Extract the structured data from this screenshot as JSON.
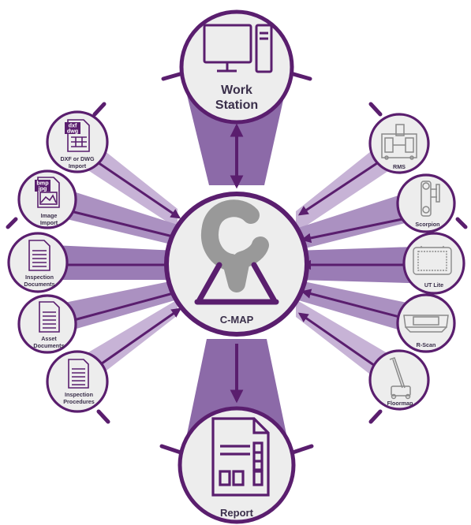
{
  "colors": {
    "primary": "#5a1e6e",
    "band_light": "#c7b3d6",
    "band_mid": "#a88dbe",
    "band_dark": "#8c6aa8",
    "circle_fill": "#ededed",
    "icon_gray": "#8a8a8a",
    "logo_gray": "#999999"
  },
  "center": {
    "label": "C-MAP",
    "icon": "cmap-logo-icon"
  },
  "top": {
    "label_line1": "Work",
    "label_line2": "Station",
    "icon": "workstation-computer-icon"
  },
  "bottom": {
    "label": "Report",
    "icon": "report-document-icon"
  },
  "left_nodes": [
    {
      "line1": "DXF or DWG",
      "line2": "Import",
      "tag1": "dxf",
      "tag2": "dwg",
      "icon": "dxf-dwg-file-icon"
    },
    {
      "line1": "Image",
      "line2": "Import",
      "tag1": "bmp",
      "tag2": "jpg",
      "icon": "image-file-icon"
    },
    {
      "line1": "Inspection",
      "line2": "Documents",
      "icon": "inspection-document-icon"
    },
    {
      "line1": "Asset",
      "line2": "Documents",
      "icon": "asset-document-icon"
    },
    {
      "line1": "Inspection",
      "line2": "Procedures",
      "icon": "procedure-document-icon"
    }
  ],
  "right_nodes": [
    {
      "label": "RMS",
      "icon": "rms-scanner-icon"
    },
    {
      "label": "Scorpion",
      "icon": "scorpion-crawler-icon"
    },
    {
      "label": "UT Lite",
      "icon": "ut-lite-device-icon"
    },
    {
      "label": "R-Scan",
      "icon": "r-scan-device-icon"
    },
    {
      "label": "Floormap",
      "icon": "floormap-scanner-icon"
    }
  ]
}
